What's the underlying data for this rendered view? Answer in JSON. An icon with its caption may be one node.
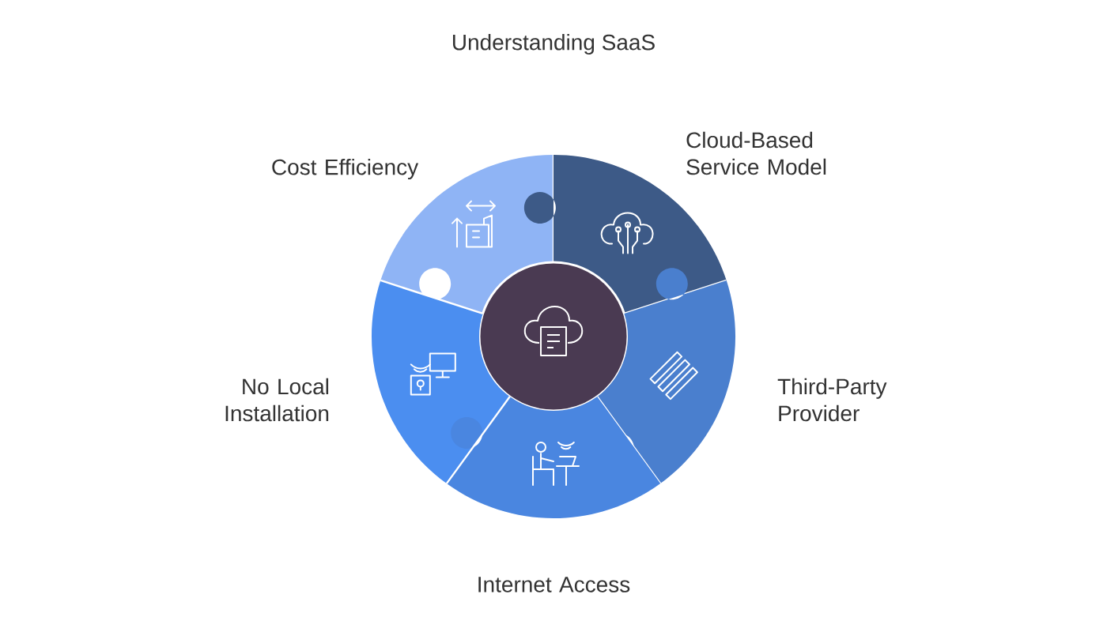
{
  "diagram": {
    "title": "Understanding SaaS",
    "nodes": [
      {
        "text": [
          "Cost Efficiency"
        ]
      },
      {
        "text": [
          "Cloud-Based Service Model"
        ]
      },
      {
        "text": [],
        "shape": "circle"
      },
      {
        "text": [
          "No Local Installation"
        ]
      },
      {
        "text": [
          "Third-Party Provider"
        ]
      },
      {
        "text": [
          "Internet Access"
        ]
      }
    ]
  }
}
